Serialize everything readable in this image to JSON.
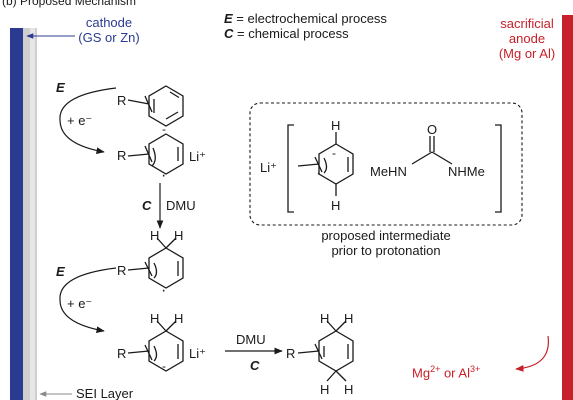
{
  "header": {
    "title": "(b) Proposed Mechanism"
  },
  "legend": {
    "e_symbol": "E",
    "e_text": " = electrochemical process",
    "c_symbol": "C",
    "c_text": " = chemical process"
  },
  "cathode": {
    "label_line1": "cathode",
    "label_line2": "(GS or Zn)",
    "color": "#2b3b92"
  },
  "anode": {
    "label_line1": "sacrificial",
    "label_line2": "anode",
    "label_line3": "(Mg or Al)",
    "color": "#c8202a"
  },
  "sei": {
    "label": "SEI Layer"
  },
  "steps": {
    "step1_symbol": "E",
    "step1_electron": "+ e⁻",
    "step2_symbol": "C",
    "step2_reagent": "DMU",
    "step3_symbol": "E",
    "step3_electron": "+ e⁻",
    "step4_reagent": "DMU",
    "step4_symbol": "C"
  },
  "molecules": {
    "r_group": "R",
    "li_counterion": "Li⁺",
    "h_atom": "H",
    "anion_dot": "-",
    "radical_dot": "·"
  },
  "intermediate": {
    "li": "Li⁺",
    "h_top": "H",
    "h_bottom": "H",
    "urea_o": "O",
    "urea_left": "MeHN",
    "urea_right": "NHMe",
    "caption_line1": "proposed intermediate",
    "caption_line2": "prior to protonation"
  },
  "product_ion": {
    "prefix": "Mg",
    "sup1": "2+",
    "mid": " or Al",
    "sup2": "3+"
  },
  "colors": {
    "text": "#1a1a1a",
    "cathode": "#2b3b92",
    "anode": "#c8202a",
    "sei": "#c8c8c8"
  }
}
